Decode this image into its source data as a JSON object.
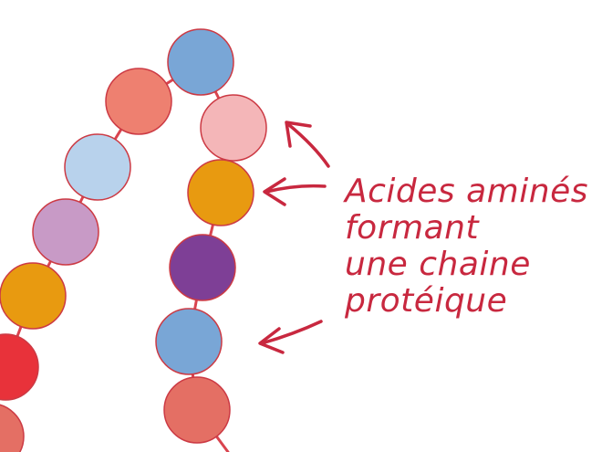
{
  "caption": {
    "lines": [
      "Acides aminés",
      "formant",
      "une chaine",
      "protéique"
    ]
  },
  "colors": {
    "chain_line": "#d9444f",
    "bead_outline": "#cc3a44",
    "arrow": "#c8283f",
    "text": "#c8283f"
  },
  "beads": {
    "left_strand": [
      {
        "color": "#e8323a",
        "label": "red bead"
      },
      {
        "color": "#e89a10",
        "label": "orange bead"
      },
      {
        "color": "#c89ac6",
        "label": "mauve bead"
      },
      {
        "color": "#b8d2ec",
        "label": "light blue bead"
      },
      {
        "color": "#ee8070",
        "label": "salmon bead"
      }
    ],
    "top": [
      {
        "color": "#79a6d6",
        "label": "blue bead"
      }
    ],
    "right_strand": [
      {
        "color": "#f4b6b8",
        "label": "pink bead"
      },
      {
        "color": "#e89a10",
        "label": "orange bead"
      },
      {
        "color": "#7e3f96",
        "label": "purple bead"
      },
      {
        "color": "#79a6d6",
        "label": "blue bead"
      },
      {
        "color": "#e46f64",
        "label": "salmon bead"
      }
    ]
  },
  "icons": {
    "arrows": [
      "arrow-to-pink-bead",
      "arrow-to-orange-bead",
      "arrow-to-blue-bead"
    ]
  }
}
